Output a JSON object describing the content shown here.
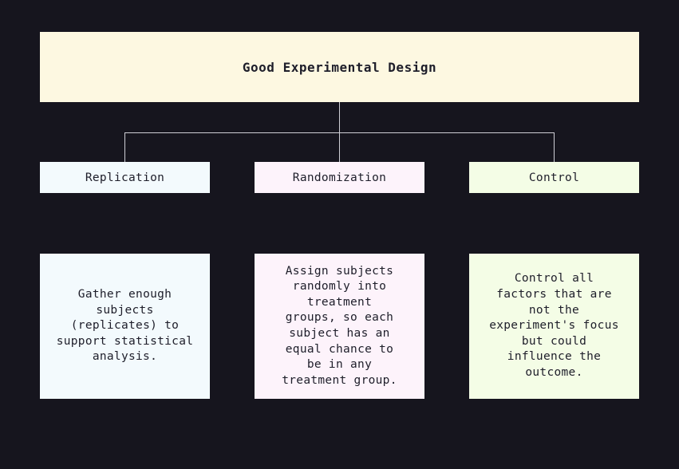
{
  "title": "Good Experimental Design",
  "colors": {
    "background": "#16151e",
    "title_fill": "#fdf8e1",
    "replication_fill": "#f3fafd",
    "randomization_fill": "#fdf3fb",
    "control_fill": "#f4fde6",
    "connector": "#cfcfd6"
  },
  "categories": [
    {
      "label": "Replication",
      "description": "Gather enough\nsubjects\n(replicates) to\nsupport statistical\nanalysis."
    },
    {
      "label": "Randomization",
      "description": "Assign subjects\nrandomly into\ntreatment\ngroups, so each\nsubject has an\nequal chance to\nbe in any\ntreatment group."
    },
    {
      "label": "Control",
      "description": "Control all\nfactors that are\nnot the\nexperiment's focus\nbut could\ninfluence the\noutcome."
    }
  ]
}
